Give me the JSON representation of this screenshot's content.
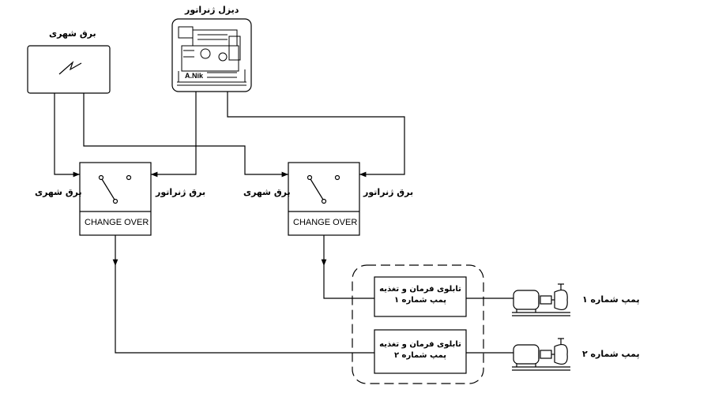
{
  "sources": {
    "city_power_label": "برق شهری",
    "diesel_generator_label": "دیزل ژنراتور",
    "generator_signature": "A.Nik"
  },
  "change_over_1": {
    "label": "CHANGE  OVER",
    "input_left_label": "برق شهری",
    "input_right_label": "برق ژنراتور"
  },
  "change_over_2": {
    "label": "CHANGE  OVER",
    "input_left_label": "برق شهری",
    "input_right_label": "برق ژنراتور"
  },
  "panels": [
    {
      "line1": "تابلوی فرمان و تغذیه",
      "line2": "پمپ شماره ۱"
    },
    {
      "line1": "تابلوی فرمان و تغذیه",
      "line2": "پمپ شماره ۲"
    }
  ],
  "pumps": [
    {
      "label": "پمپ شماره ۱"
    },
    {
      "label": "پمپ شماره ۲"
    }
  ]
}
